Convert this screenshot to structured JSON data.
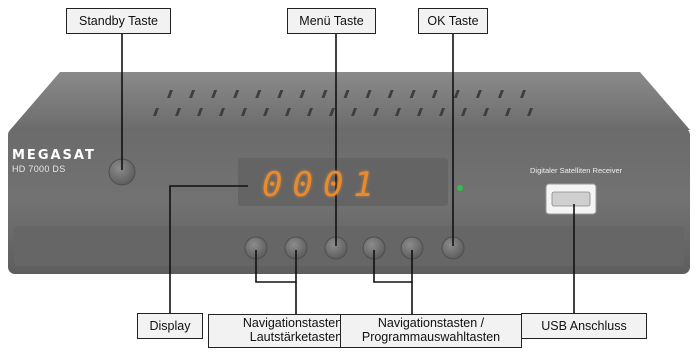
{
  "callouts": {
    "standby": "Standby Taste",
    "menu": "Menü Taste",
    "ok": "OK Taste",
    "display": "Display",
    "nav_volume": [
      "Navigationstasten /",
      "Lautstärketasten"
    ],
    "nav_program": [
      "Navigationstasten /",
      "Programmauswahltasten"
    ],
    "usb": "USB Anschluss"
  },
  "device": {
    "brand": "MEGASAT",
    "model": "HD 7000 DS",
    "tagline": "Digitaler Satelliten Receiver",
    "display_value": "0001"
  },
  "colors": {
    "body": "#6e6e6e",
    "display_digits": "#e98a2c",
    "led": "#2fbf4a"
  }
}
